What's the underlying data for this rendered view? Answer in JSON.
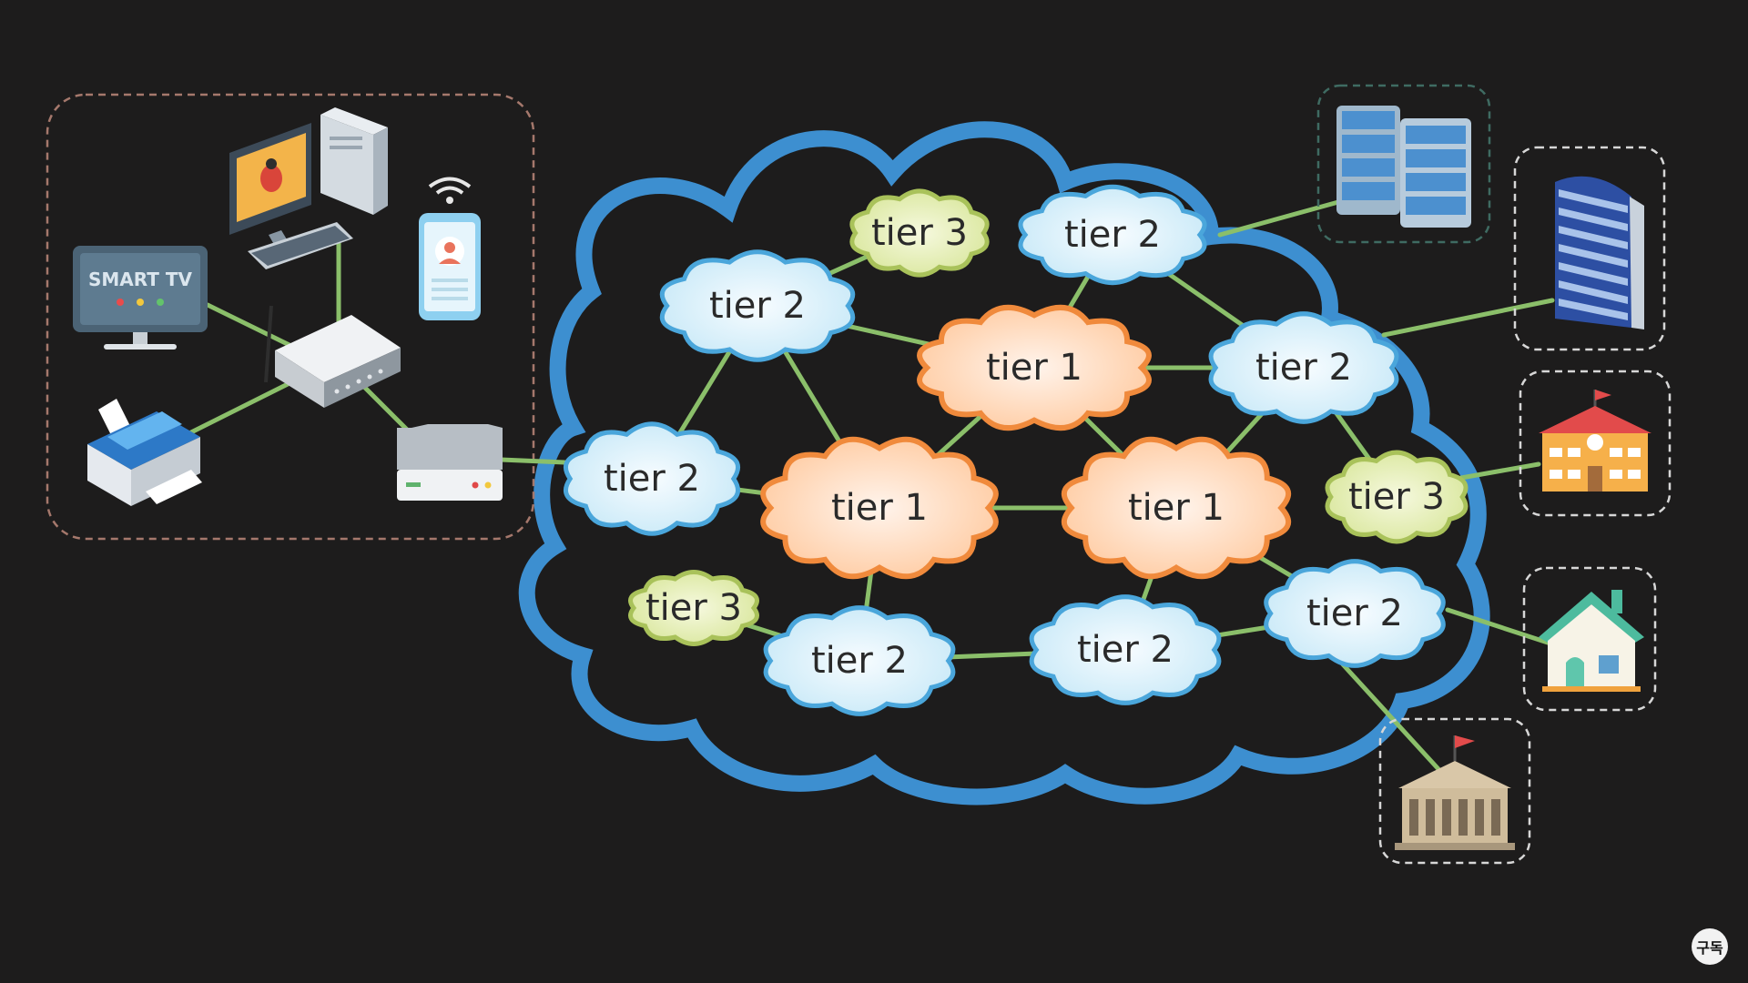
{
  "clouds": [
    {
      "id": "c-t3-top",
      "tier": "tier 3",
      "level": 3
    },
    {
      "id": "c-t2-topmid",
      "tier": "tier 2",
      "level": 2
    },
    {
      "id": "c-t2-upperleft",
      "tier": "tier 2",
      "level": 2
    },
    {
      "id": "c-t1-top",
      "tier": "tier 1",
      "level": 1
    },
    {
      "id": "c-t2-right",
      "tier": "tier 2",
      "level": 2
    },
    {
      "id": "c-t2-left",
      "tier": "tier 2",
      "level": 2
    },
    {
      "id": "c-t1-left",
      "tier": "tier 1",
      "level": 1
    },
    {
      "id": "c-t1-right",
      "tier": "tier 1",
      "level": 1
    },
    {
      "id": "c-t3-right",
      "tier": "tier 3",
      "level": 3
    },
    {
      "id": "c-t3-bottomleft",
      "tier": "tier 3",
      "level": 3
    },
    {
      "id": "c-t2-bottomleft",
      "tier": "tier 2",
      "level": 2
    },
    {
      "id": "c-t2-bottommid",
      "tier": "tier 2",
      "level": 2
    },
    {
      "id": "c-t2-bottomright",
      "tier": "tier 2",
      "level": 2
    }
  ],
  "connections": [
    [
      "c-t3-top",
      "c-t2-upperleft"
    ],
    [
      "c-t2-upperleft",
      "c-t2-left"
    ],
    [
      "c-t2-upperleft",
      "c-t1-left"
    ],
    [
      "c-t2-upperleft",
      "c-t1-top"
    ],
    [
      "c-t2-topmid",
      "c-t1-top"
    ],
    [
      "c-t2-topmid",
      "c-t2-right"
    ],
    [
      "c-t1-top",
      "c-t2-right"
    ],
    [
      "c-t1-top",
      "c-t1-left"
    ],
    [
      "c-t1-top",
      "c-t1-right"
    ],
    [
      "c-t1-left",
      "c-t2-left"
    ],
    [
      "c-t1-left",
      "c-t1-right"
    ],
    [
      "c-t1-left",
      "c-t2-bottomleft"
    ],
    [
      "c-t1-right",
      "c-t2-right"
    ],
    [
      "c-t1-right",
      "c-t2-bottommid"
    ],
    [
      "c-t1-right",
      "c-t2-bottomright"
    ],
    [
      "c-t3-right",
      "c-t2-right"
    ],
    [
      "c-t3-bottomleft",
      "c-t2-bottomleft"
    ],
    [
      "c-t2-bottomleft",
      "c-t2-bottommid"
    ],
    [
      "c-t2-bottommid",
      "c-t2-bottomright"
    ]
  ],
  "home_network": {
    "smart_tv_label": "SMART TV",
    "devices": [
      "smart-tv",
      "desktop-computer",
      "smartphone",
      "router",
      "printer",
      "modem"
    ]
  },
  "endpoints": [
    "data-center",
    "office-building",
    "school",
    "house",
    "government-building"
  ],
  "colors": {
    "background": "#1d1c1c",
    "link_green": "#8bbf6a",
    "internet_border": "#3d8fd0",
    "tier1_fill": "#ffd9bd",
    "tier1_border": "#f08a3c",
    "tier2_fill": "#dff2fb",
    "tier2_border": "#4aa6db",
    "tier3_fill": "#e6efb6",
    "tier3_border": "#a9c25a"
  },
  "badge_icon": "channel-logo-icon"
}
